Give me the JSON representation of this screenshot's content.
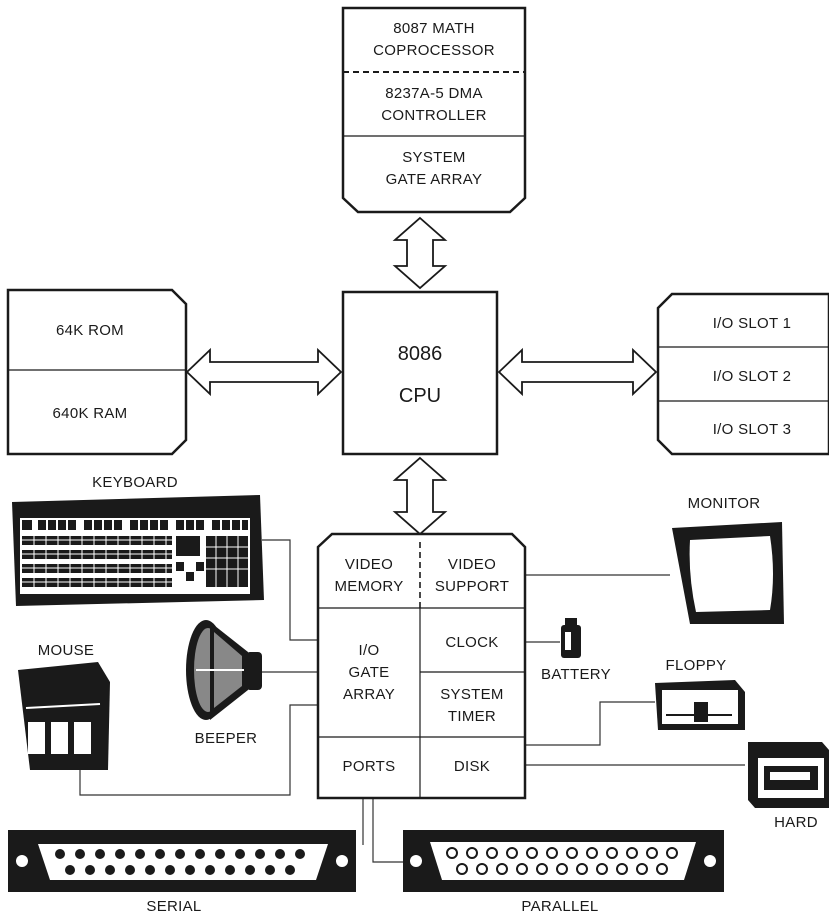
{
  "top_chips": {
    "math_coprocessor": [
      "8087 MATH",
      "COPROCESSOR"
    ],
    "dma_controller": [
      "8237A-5 DMA",
      "CONTROLLER"
    ],
    "gate_array": [
      "SYSTEM",
      "GATE ARRAY"
    ]
  },
  "memory": {
    "rom": "64K ROM",
    "ram": "640K RAM"
  },
  "cpu": {
    "line1": "8086",
    "line2": "CPU"
  },
  "io_slots": [
    "I/O SLOT 1",
    "I/O SLOT 2",
    "I/O SLOT 3"
  ],
  "support_chip": {
    "video_memory": [
      "VIDEO",
      "MEMORY"
    ],
    "video_support": [
      "VIDEO",
      "SUPPORT"
    ],
    "io_gate_array": [
      "I/O",
      "GATE",
      "ARRAY"
    ],
    "clock": "CLOCK",
    "system_timer": [
      "SYSTEM",
      "TIMER"
    ],
    "ports": "PORTS",
    "disk": "DISK"
  },
  "peripherals": {
    "keyboard": "KEYBOARD",
    "mouse": "MOUSE",
    "beeper": "BEEPER",
    "monitor": "MONITOR",
    "battery": "BATTERY",
    "floppy": "FLOPPY",
    "hard": "HARD",
    "serial": "SERIAL",
    "parallel": "PARALLEL"
  }
}
